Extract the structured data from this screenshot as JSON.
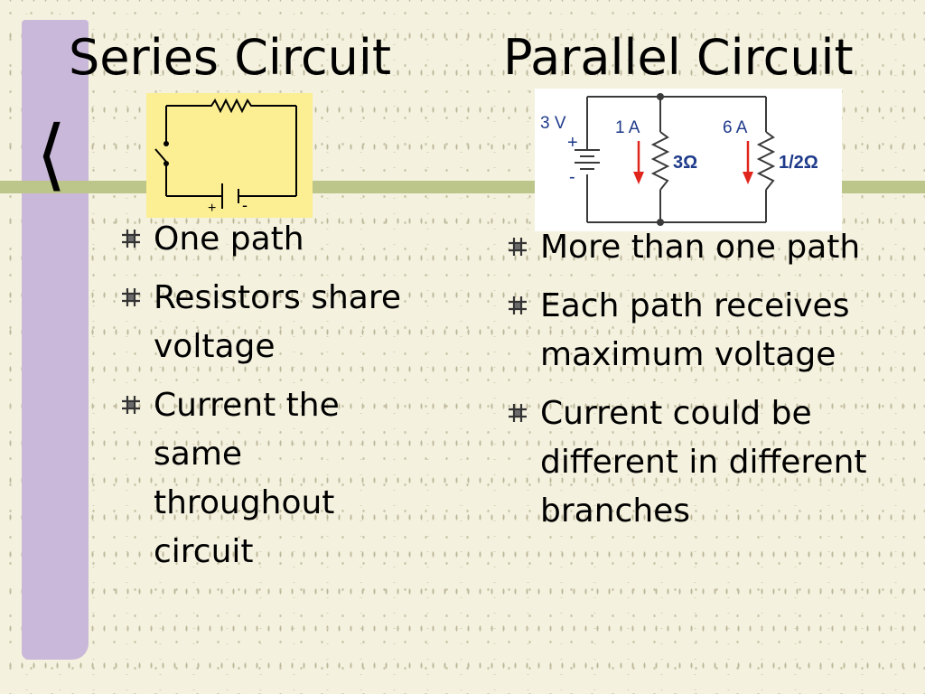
{
  "slide": {
    "series": {
      "title": "Series Circuit",
      "bullets": [
        "One path",
        "Resistors share voltage",
        "Current the same throughout circuit"
      ]
    },
    "parallel": {
      "title": "Parallel Circuit",
      "bullets": [
        "More than one path",
        "Each path receives maximum voltage",
        "Current could be different in different branches"
      ]
    }
  },
  "series_diagram": {
    "battery_plus": "+",
    "battery_minus": "-"
  },
  "parallel_diagram": {
    "source_voltage": "3 V",
    "battery_plus": "+",
    "battery_minus": "-",
    "branches": [
      {
        "current": "1 A",
        "resistance": "3Ω"
      },
      {
        "current": "6 A",
        "resistance": "1/2Ω"
      }
    ]
  },
  "icons": {
    "bullet": "hash-star-icon",
    "bracket": "left-bracket-icon"
  },
  "colors": {
    "background": "#f4f1de",
    "vertical_bar": "#c9b8d9",
    "horizontal_bar": "#bcc58a",
    "series_diagram_bg": "#fbee93",
    "wire": "#000000",
    "current_arrow": "#e0261c",
    "parallel_text": "#1e3a8a"
  }
}
